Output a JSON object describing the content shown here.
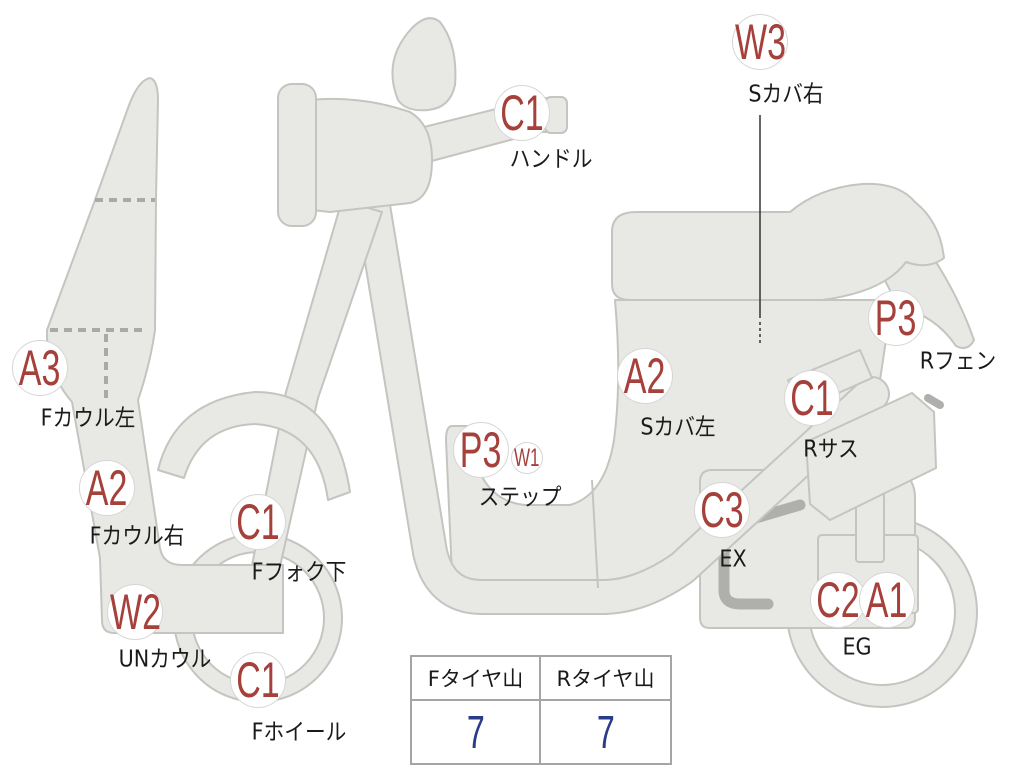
{
  "markers": [
    {
      "grades": [
        "W3"
      ],
      "part": "Sカバ右"
    },
    {
      "grades": [
        "C1"
      ],
      "part": "ハンドル"
    },
    {
      "grades": [
        "P3"
      ],
      "part": "Rフェン"
    },
    {
      "grades": [
        "A3"
      ],
      "part": "Fカウル左"
    },
    {
      "grades": [
        "A2"
      ],
      "part": "Sカバ左"
    },
    {
      "grades": [
        "C1"
      ],
      "part": "Rサス"
    },
    {
      "grades": [
        "P3",
        "W1"
      ],
      "part": "ステップ"
    },
    {
      "grades": [
        "A2"
      ],
      "part": "Fカウル右"
    },
    {
      "grades": [
        "C1"
      ],
      "part": "Fフォク下"
    },
    {
      "grades": [
        "C3"
      ],
      "part": "EX"
    },
    {
      "grades": [
        "W2"
      ],
      "part": "UNカウル"
    },
    {
      "grades": [
        "C2",
        "A1"
      ],
      "part": "EG"
    },
    {
      "grades": [
        "C1"
      ],
      "part": "Fホイール"
    }
  ],
  "tire_table": {
    "headers": [
      "Fタイヤ山",
      "Rタイヤ山"
    ],
    "values": [
      "7",
      "7"
    ]
  },
  "colors": {
    "grade_text": "#a5403b",
    "tire_value": "#2a3b8a",
    "body_fill": "#e8e8e5",
    "body_stroke": "#c4c4c0"
  }
}
